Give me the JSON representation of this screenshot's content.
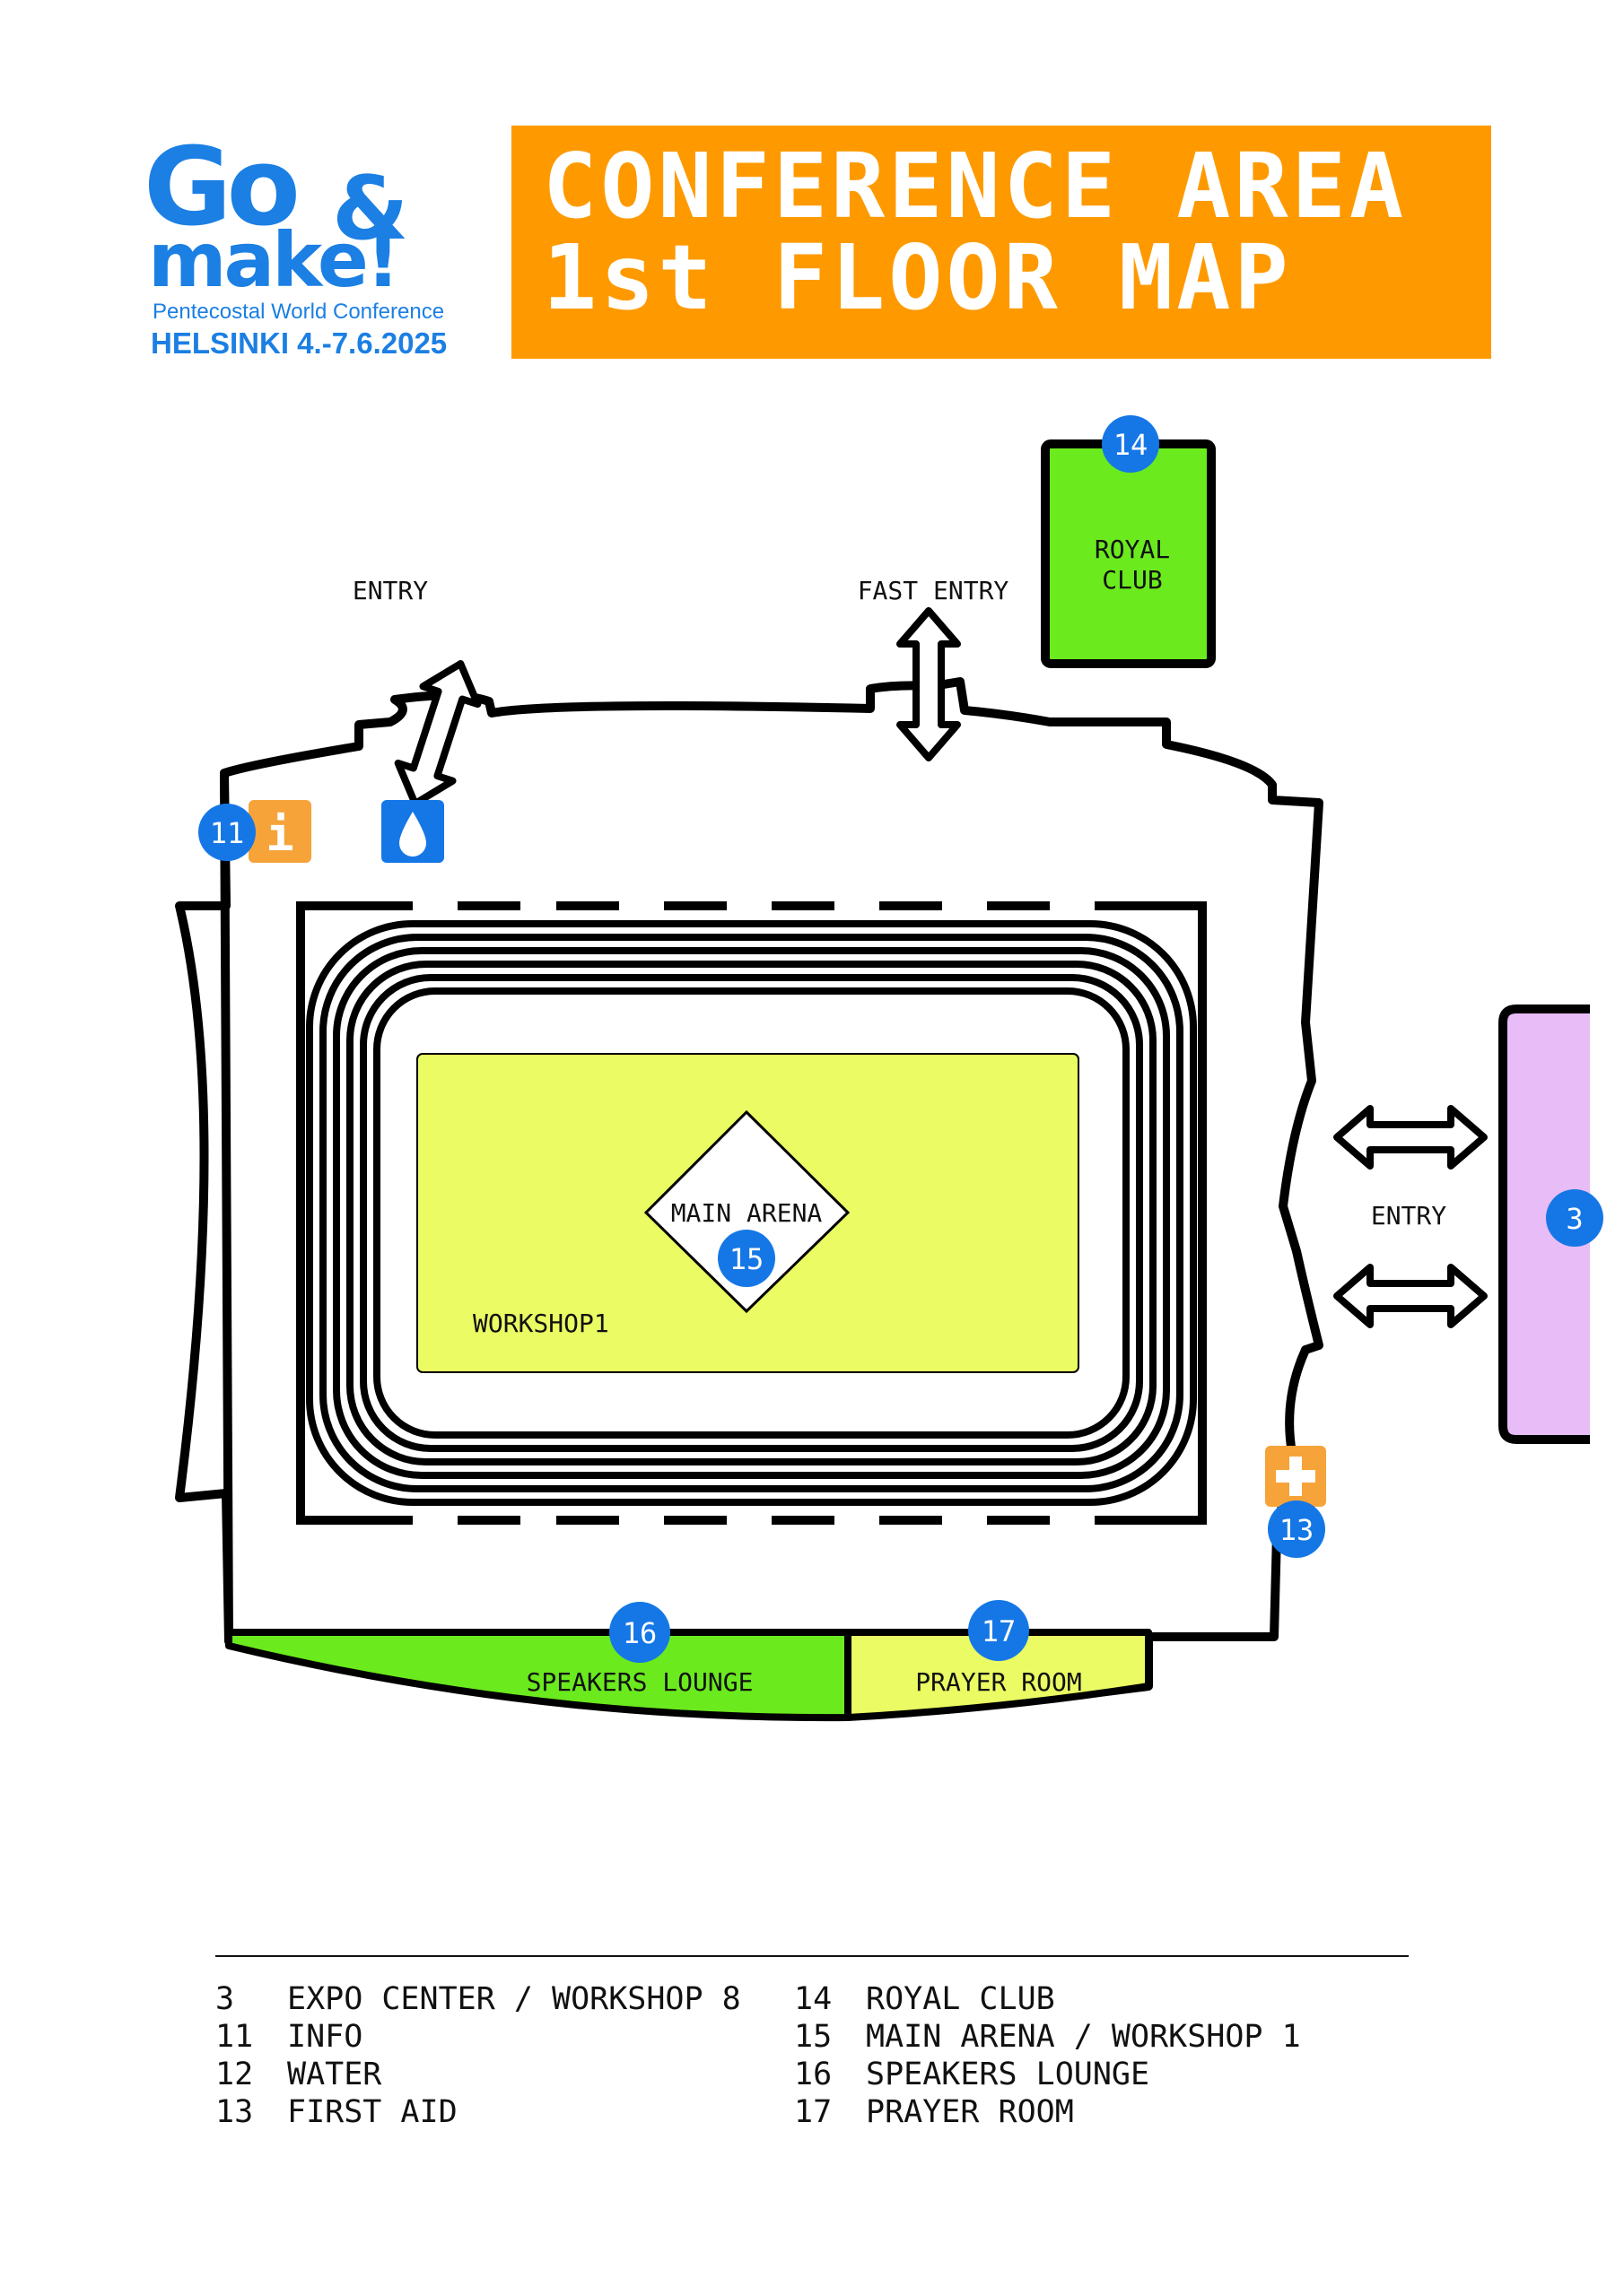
{
  "logo": {
    "go": "Go",
    "amp": "&",
    "make": "make!",
    "subtitle": "Pentecostal World Conference",
    "date": "HELSINKI 4.-7.6.2025"
  },
  "title": {
    "line1": "CONFERENCE AREA",
    "line2": "1st FLOOR MAP"
  },
  "map_labels": {
    "entry_top": "ENTRY",
    "fast_entry": "FAST ENTRY",
    "royal_club_line1": "ROYAL",
    "royal_club_line2": "CLUB",
    "entry_right": "ENTRY",
    "main_arena": "MAIN ARENA",
    "workshop1": "WORKSHOP1",
    "speakers_lounge": "SPEAKERS LOUNGE",
    "prayer_room": "PRAYER ROOM",
    "info_icon_glyph": "i",
    "first_aid_glyph": "+"
  },
  "markers": {
    "m3": "3",
    "m11": "11",
    "m13": "13",
    "m14": "14",
    "m15": "15",
    "m16": "16",
    "m17": "17"
  },
  "icons": [
    "info-icon",
    "water-icon",
    "first-aid-icon",
    "double-arrow-icon"
  ],
  "colors": {
    "brand_blue": "#1B7FE3",
    "title_orange": "#FE9A00",
    "icon_orange": "#F6A33A",
    "arena_yellow": "#EAFB63",
    "royal_green": "#6BEA1E",
    "expo_lilac": "#E8BCF6",
    "marker_blue": "#1577E6"
  },
  "legend": {
    "left": [
      {
        "num": "3",
        "label": "EXPO CENTER / WORKSHOP 8"
      },
      {
        "num": "11",
        "label": "INFO"
      },
      {
        "num": "12",
        "label": "WATER"
      },
      {
        "num": "13",
        "label": "FIRST AID"
      }
    ],
    "right": [
      {
        "num": "14",
        "label": "ROYAL CLUB"
      },
      {
        "num": "15",
        "label": "MAIN ARENA / WORKSHOP 1"
      },
      {
        "num": "16",
        "label": "SPEAKERS LOUNGE"
      },
      {
        "num": "17",
        "label": "PRAYER ROOM"
      }
    ]
  }
}
